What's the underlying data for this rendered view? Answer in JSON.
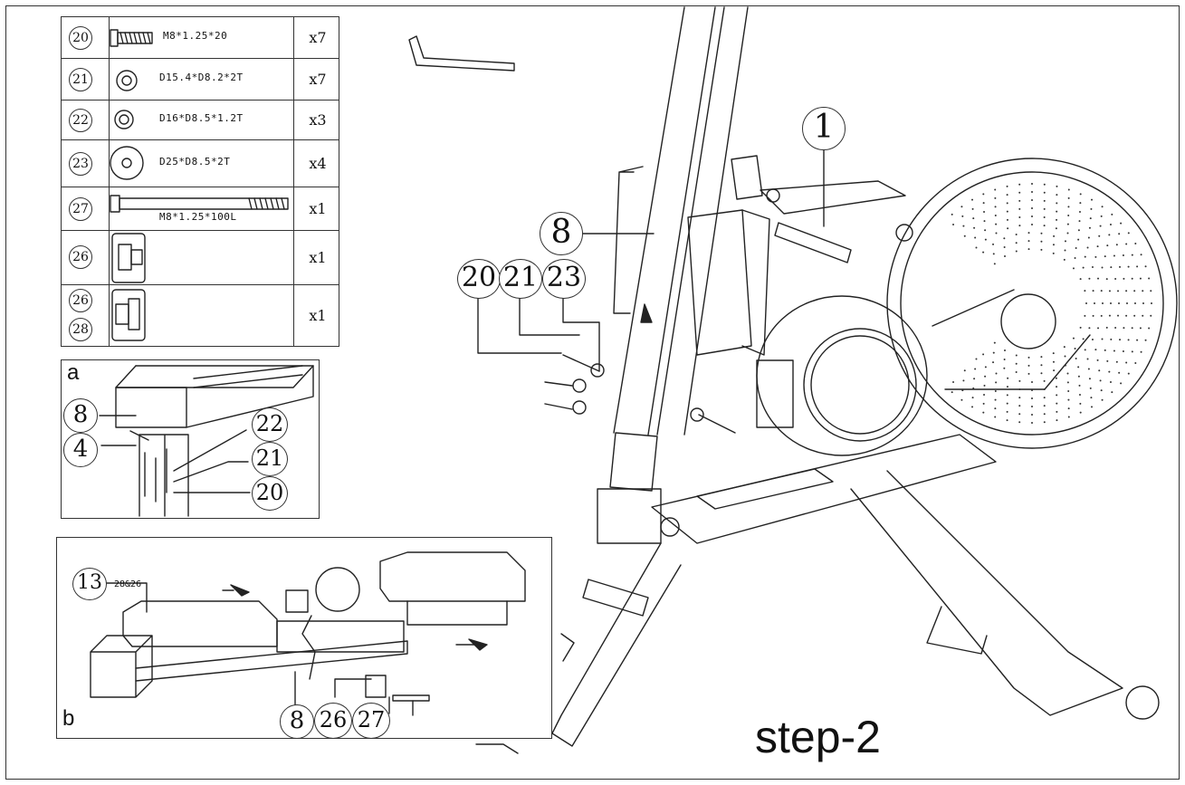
{
  "parts_table": [
    {
      "nums": [
        "20"
      ],
      "spec": "M8*1.25*20",
      "qty": "x7"
    },
    {
      "nums": [
        "21"
      ],
      "spec": "D15.4*D8.2*2T",
      "qty": "x7"
    },
    {
      "nums": [
        "22"
      ],
      "spec": "D16*D8.5*1.2T",
      "qty": "x3"
    },
    {
      "nums": [
        "23"
      ],
      "spec": "D25*D8.5*2T",
      "qty": "x4"
    },
    {
      "nums": [
        "27"
      ],
      "spec": "M8*1.25*100L",
      "qty": "x1"
    },
    {
      "nums": [
        "26"
      ],
      "spec": "",
      "qty": "x1"
    },
    {
      "nums": [
        "26",
        "28"
      ],
      "spec": "",
      "qty": "x1"
    }
  ],
  "detail_a": {
    "label": "a",
    "callouts": [
      "8",
      "4",
      "22",
      "21",
      "20"
    ]
  },
  "detail_b": {
    "label": "b",
    "callouts": [
      "13",
      "8",
      "26",
      "27"
    ],
    "note": "28&26"
  },
  "main_callouts": [
    "1",
    "8",
    "20",
    "21",
    "23"
  ],
  "step_title": "step-2"
}
